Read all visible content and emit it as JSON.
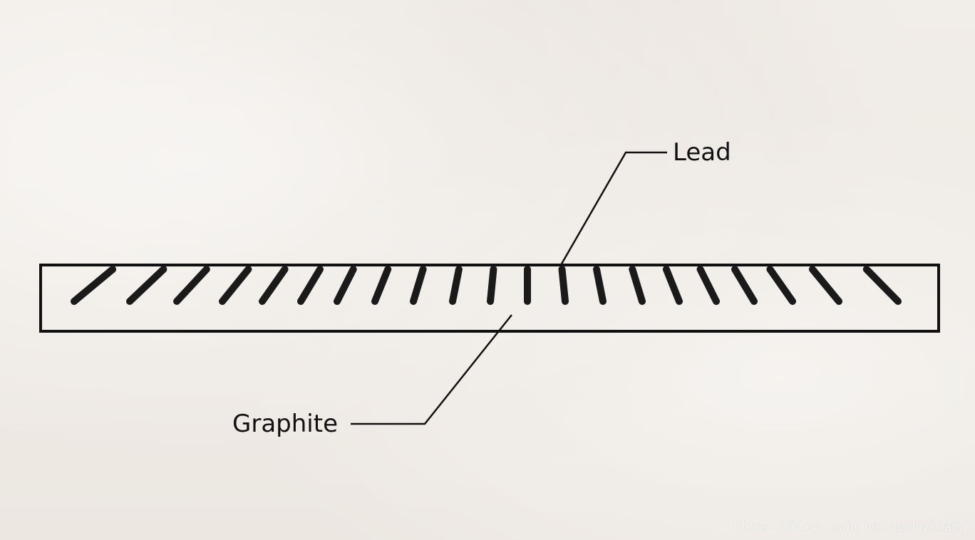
{
  "labels": {
    "lead": "Lead",
    "graphite": "Graphite"
  },
  "watermark": "https://blog.csdn.net/daduzimama",
  "colors": {
    "background": "#efebe6",
    "ink": "#111111"
  }
}
